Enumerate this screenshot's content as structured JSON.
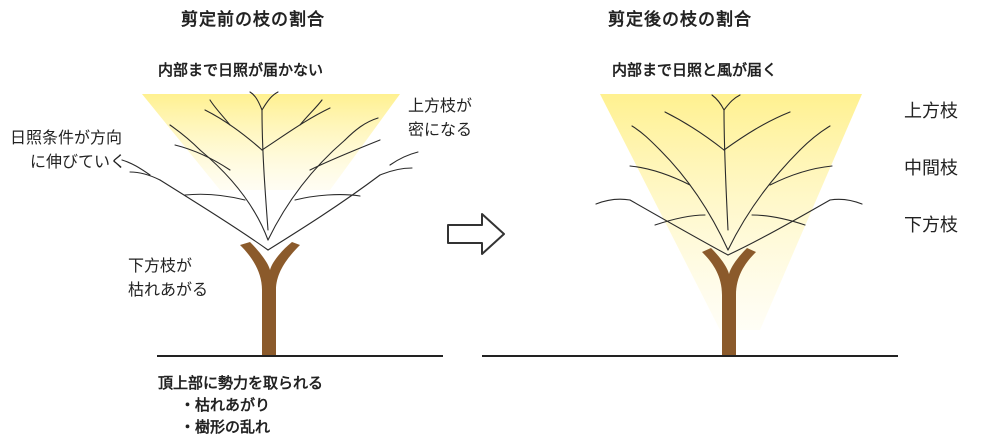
{
  "before": {
    "title": "剪定前の枝の割合",
    "light_caption": "内部まで日照が届かない",
    "note_upper": [
      "上方枝が",
      "密になる"
    ],
    "note_side": [
      "日照条件が方向",
      "に伸びていく"
    ],
    "note_lower": [
      "下方枝が",
      "枯れあがる"
    ],
    "bottom_heading": "頂上部に勢力を取られる",
    "bottom_items": [
      "・枯れあがり",
      "・樹形の乱れ"
    ]
  },
  "after": {
    "title": "剪定後の枝の割合",
    "light_caption": "内部まで日照と風が届く",
    "levels": [
      "上方枝",
      "中間枝",
      "下方枝"
    ]
  },
  "colors": {
    "light": "#FFF3A8",
    "trunk": "#8B5A2B",
    "branch": "#2A2A2A",
    "ground": "#222222"
  }
}
